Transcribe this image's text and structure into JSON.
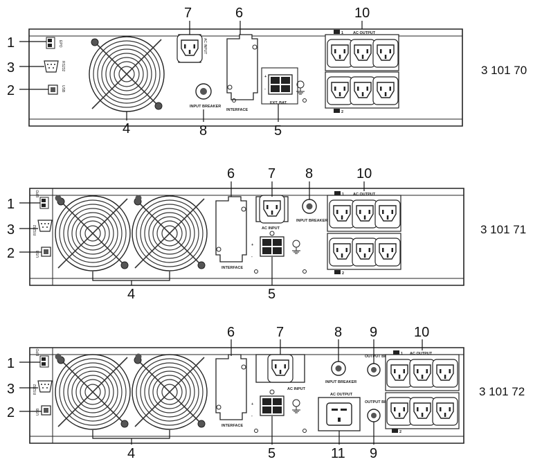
{
  "models": [
    {
      "ref": "3 101 70",
      "callouts": {
        "epo": "1",
        "rs232": "3",
        "usb": "2",
        "fan": "4",
        "ac_input": "7",
        "interface": "6",
        "input_breaker": "8",
        "ext_bat": "5",
        "ac_output": "10"
      },
      "labels": {
        "epo": "EPO",
        "rs232": "RS232",
        "usb": "USB",
        "ac_input": "AC INPUT",
        "input_breaker": "INPUT BREAKER",
        "interface": "INTERFACE",
        "ext_bat": "EXT. BAT.",
        "ac_output": "AC OUTPUT",
        "group1": "1",
        "group2": "2"
      }
    },
    {
      "ref": "3 101 71",
      "callouts": {
        "epo": "1",
        "rs232": "3",
        "usb": "2",
        "fan": "4",
        "interface": "6",
        "ac_input": "7",
        "input_breaker": "8",
        "ext_bat": "5",
        "ac_output": "10"
      },
      "labels": {
        "epo": "EPO",
        "rs232": "RS232",
        "usb": "USB",
        "ac_input": "AC INPUT",
        "input_breaker": "INPUT BREAKER",
        "interface": "INTERFACE",
        "ac_output": "AC OUTPUT",
        "group1": "1",
        "group2": "2"
      }
    },
    {
      "ref": "3 101 72",
      "callouts": {
        "epo": "1",
        "rs232": "3",
        "usb": "2",
        "fan": "4",
        "interface": "6",
        "ac_input": "7",
        "input_breaker": "8",
        "output_breaker_top": "9",
        "output_breaker_bottom": "9",
        "ac_output": "10",
        "ext_bat": "5",
        "ac_output_c19": "11"
      },
      "labels": {
        "epo": "EPO",
        "rs232": "RS232",
        "usb": "USB",
        "ac_input": "AC INPUT",
        "input_breaker": "INPUT BREAKER",
        "output_breaker_top": "OUTPUT BREAKER",
        "output_breaker_bottom": "OUTPUT BREAKER",
        "interface": "INTERFACE",
        "ac_output": "AC OUTPUT",
        "ac_output_c19": "AC OUTPUT",
        "group1": "1",
        "group2": "2"
      }
    }
  ]
}
